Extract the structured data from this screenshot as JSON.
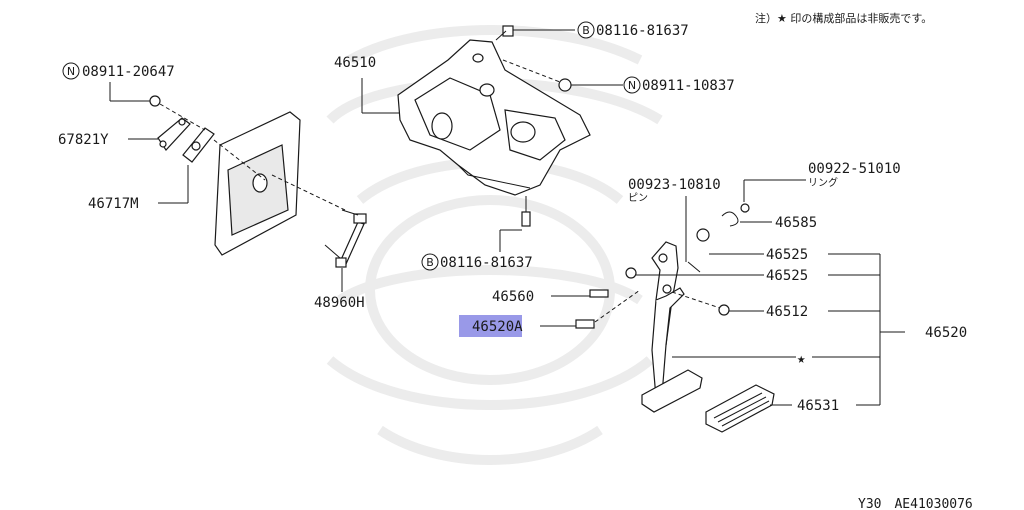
{
  "note": "注）★ 印の構成部品は非販売です。",
  "footer": {
    "code": "Y30　AE41030076"
  },
  "callouts": {
    "c_08116_top": {
      "prefix": "B",
      "label": "08116-81637"
    },
    "c_08911_10837": {
      "prefix": "N",
      "label": "08911-10837"
    },
    "c_08911_20647": {
      "prefix": "N",
      "label": "08911-20647"
    },
    "c_08116_bottom": {
      "prefix": "B",
      "label": "08116-81637"
    },
    "p46510": {
      "label": "46510"
    },
    "p67821Y": {
      "label": "67821Y"
    },
    "p46717M": {
      "label": "46717M"
    },
    "p48960H": {
      "label": "48960H"
    },
    "p00922": {
      "label": "00922-51010",
      "sub": "リング"
    },
    "p00923": {
      "label": "00923-10810",
      "sub": "ピン"
    },
    "p46585": {
      "label": "46585"
    },
    "p46525a": {
      "label": "46525"
    },
    "p46525b": {
      "label": "46525"
    },
    "p46560": {
      "label": "46560"
    },
    "p46520A": {
      "label": "46520A",
      "highlight": "#8e8ee6"
    },
    "p46512": {
      "label": "46512"
    },
    "p46520": {
      "label": "46520"
    },
    "pstar": {
      "label": "★"
    },
    "p46531": {
      "label": "46531"
    }
  }
}
